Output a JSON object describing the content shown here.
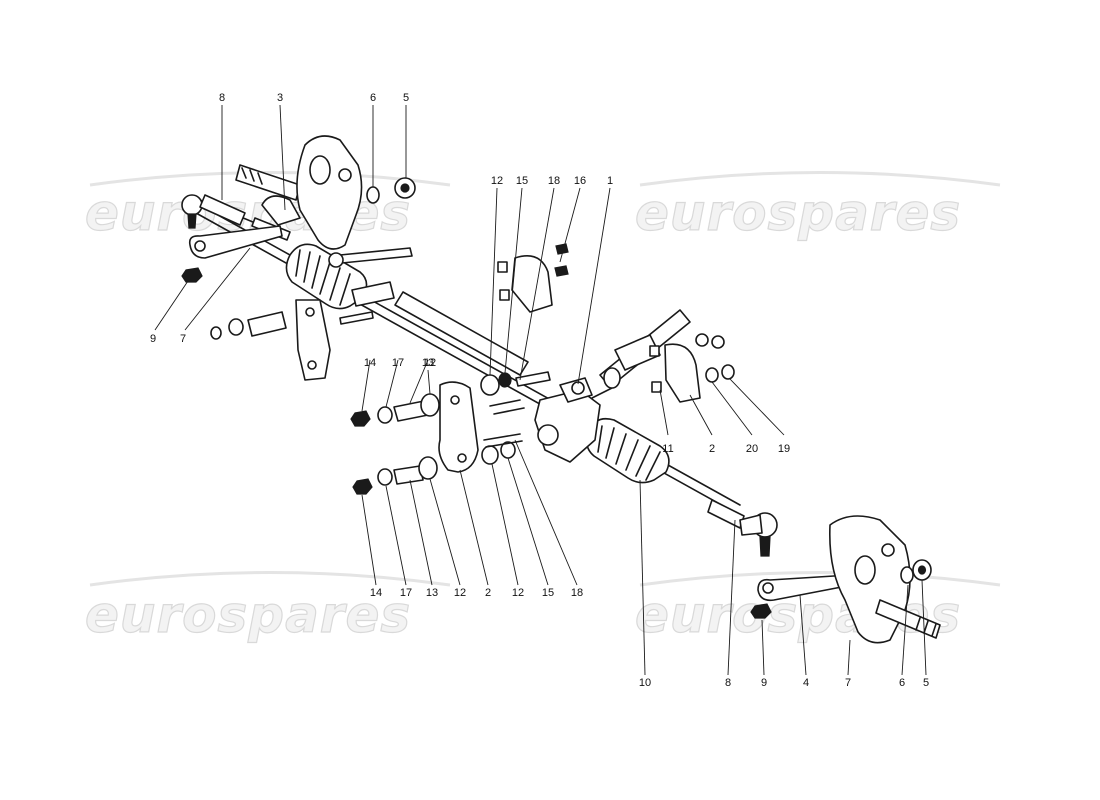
{
  "watermark": {
    "text": "eurospares"
  },
  "callouts": {
    "top_left": [
      "8",
      "3",
      "6",
      "5",
      "9",
      "7"
    ],
    "top_center": [
      "12",
      "15",
      "18",
      "16",
      "1"
    ],
    "mid_left": [
      "14",
      "17",
      "13",
      "12"
    ],
    "right_clamp": [
      "11",
      "2",
      "20",
      "19"
    ],
    "bottom_row": [
      "14",
      "17",
      "13",
      "12",
      "2",
      "12",
      "15",
      "18"
    ],
    "bottom_right": [
      "10",
      "8",
      "9",
      "4",
      "7",
      "6",
      "5"
    ]
  }
}
